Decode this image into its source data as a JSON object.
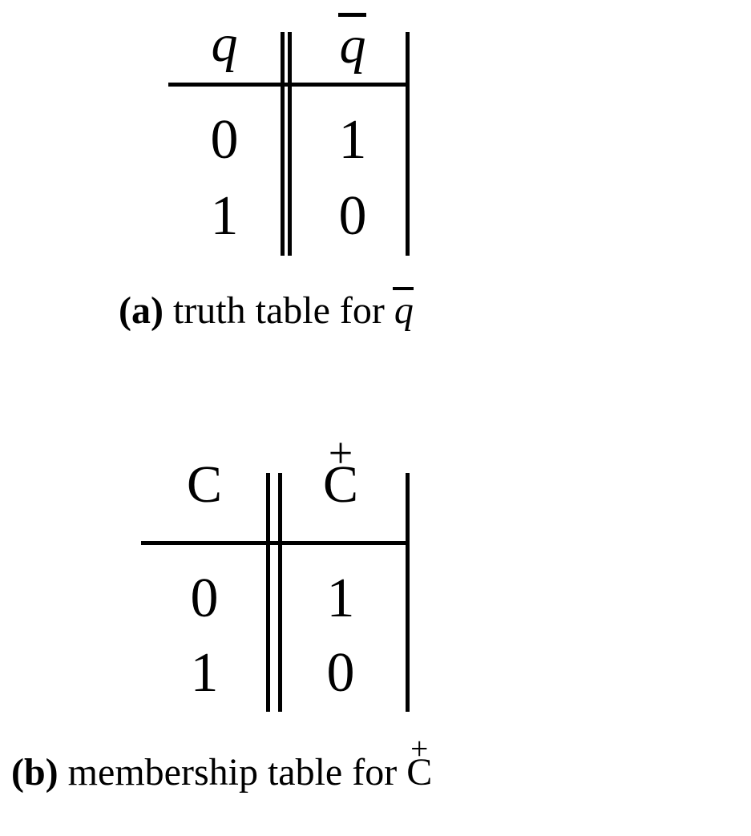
{
  "figure": {
    "background_color": "#ffffff",
    "ink_color": "#000000",
    "subfigures": [
      {
        "id": "a",
        "tag": "(a)",
        "caption_text": "truth table for",
        "caption_symbol_base": "q",
        "caption_symbol_accent": "overline",
        "table": {
          "headers": [
            {
              "base": "q",
              "accent": "none",
              "style": "italic"
            },
            {
              "base": "q",
              "accent": "overline",
              "style": "italic"
            }
          ],
          "rows": [
            [
              "0",
              "1"
            ],
            [
              "1",
              "0"
            ]
          ]
        }
      },
      {
        "id": "b",
        "tag": "(b)",
        "caption_text": "membership table for",
        "caption_symbol_base": "C",
        "caption_symbol_accent": "plus",
        "table": {
          "headers": [
            {
              "base": "C",
              "accent": "none",
              "style": "upright"
            },
            {
              "base": "C",
              "accent": "plus",
              "style": "upright"
            }
          ],
          "rows": [
            [
              "0",
              "1"
            ],
            [
              "1",
              "0"
            ]
          ]
        }
      }
    ],
    "accent_glyphs": {
      "plus": "+",
      "overline": ""
    }
  }
}
